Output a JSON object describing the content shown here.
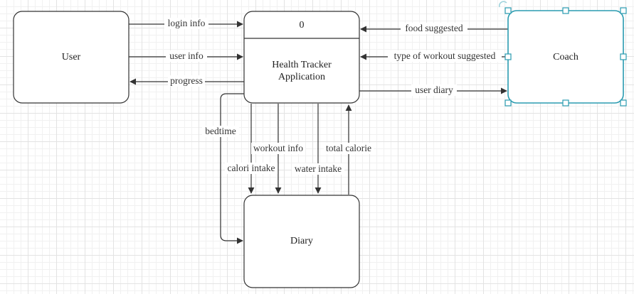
{
  "diagram": {
    "nodes": {
      "user": {
        "label": "User"
      },
      "app": {
        "number": "0",
        "label_line1": "Health Tracker",
        "label_line2": "Application"
      },
      "coach": {
        "label": "Coach"
      },
      "diary": {
        "label": "Diary"
      }
    },
    "edges": {
      "login_info": "login info",
      "user_info": "user info",
      "progress": "progress",
      "food_suggested": "food suggested",
      "workout_type_suggested": "type of workout suggested",
      "user_diary": "user diary",
      "bedtime": "bedtime",
      "calori_intake": "calori intake",
      "workout_info": "workout info",
      "water_intake": "water intake",
      "total_calorie": "total calorie"
    },
    "colors": {
      "stroke": "#333333",
      "selection": "#2a9bb0",
      "handle_fill": "#ffffff"
    }
  }
}
